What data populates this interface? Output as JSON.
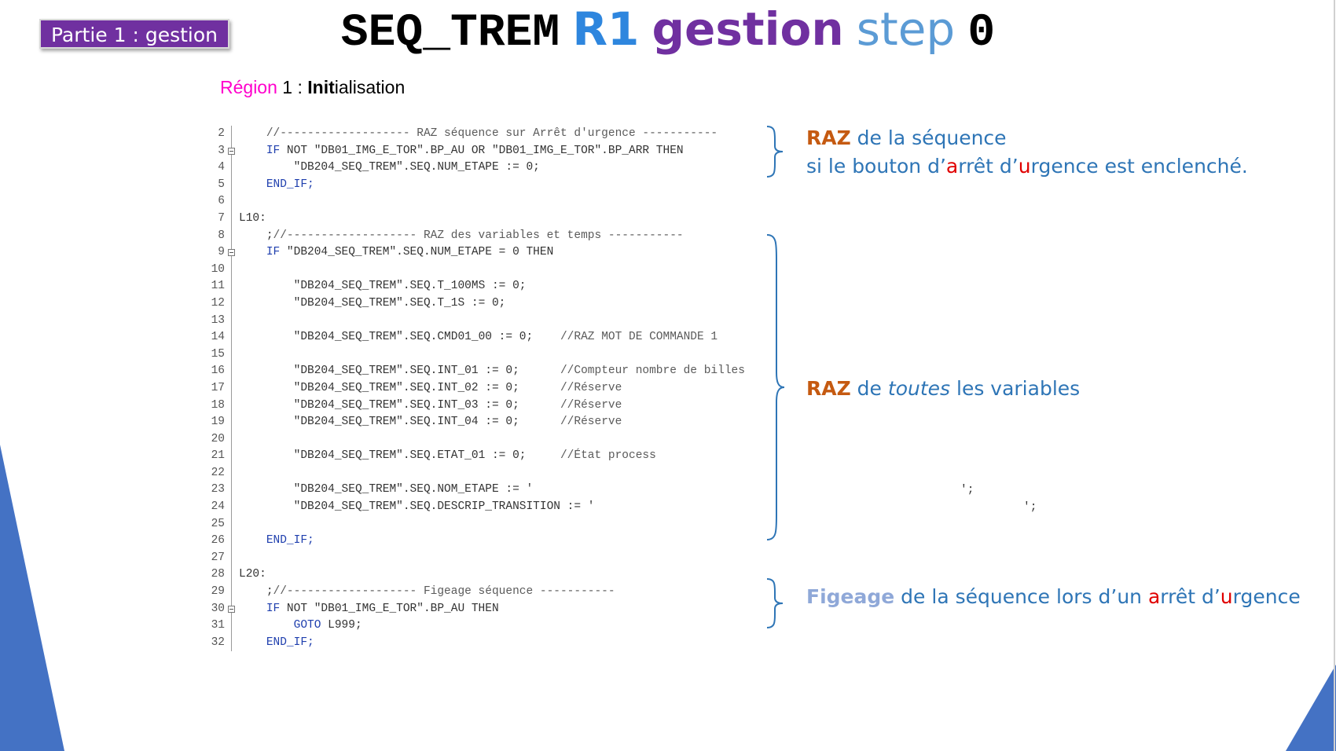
{
  "badge": "Partie 1 : gestion",
  "title": {
    "part1": "SEQ_TREM",
    "part2": "R1",
    "part3": "gestion",
    "part4": "step",
    "part5": "0"
  },
  "region": {
    "label": "Région",
    "num": "1 :",
    "bold": "Init",
    "rest": "ialisation"
  },
  "code_lines": [
    {
      "n": "2",
      "fold": false,
      "ind": "    ",
      "kw": "",
      "text": "",
      "cm": "//------------------- RAZ séquence sur Arrêt d'urgence -----------"
    },
    {
      "n": "3",
      "fold": true,
      "ind": "    ",
      "kw": "IF ",
      "text": "NOT \"DB01_IMG_E_TOR\".BP_AU OR \"DB01_IMG_E_TOR\".BP_ARR THEN",
      "cm": ""
    },
    {
      "n": "4",
      "fold": false,
      "ind": "        ",
      "kw": "",
      "text": "\"DB204_SEQ_TREM\".SEQ.NUM_ETAPE := 0;",
      "cm": ""
    },
    {
      "n": "5",
      "fold": false,
      "ind": "    ",
      "kw": "END_IF;",
      "text": "",
      "cm": ""
    },
    {
      "n": "6",
      "fold": false,
      "ind": "",
      "kw": "",
      "text": "",
      "cm": ""
    },
    {
      "n": "7",
      "fold": false,
      "ind": "",
      "kw": "",
      "text": "L10:",
      "cm": ""
    },
    {
      "n": "8",
      "fold": false,
      "ind": "    ",
      "kw": "",
      "text": ";",
      "cm": "//------------------- RAZ des variables et temps -----------"
    },
    {
      "n": "9",
      "fold": true,
      "ind": "    ",
      "kw": "IF ",
      "text": "\"DB204_SEQ_TREM\".SEQ.NUM_ETAPE = 0 THEN",
      "cm": ""
    },
    {
      "n": "10",
      "fold": false,
      "ind": "",
      "kw": "",
      "text": "",
      "cm": ""
    },
    {
      "n": "11",
      "fold": false,
      "ind": "        ",
      "kw": "",
      "text": "\"DB204_SEQ_TREM\".SEQ.T_100MS := 0;",
      "cm": ""
    },
    {
      "n": "12",
      "fold": false,
      "ind": "        ",
      "kw": "",
      "text": "\"DB204_SEQ_TREM\".SEQ.T_1S := 0;",
      "cm": ""
    },
    {
      "n": "13",
      "fold": false,
      "ind": "",
      "kw": "",
      "text": "",
      "cm": ""
    },
    {
      "n": "14",
      "fold": false,
      "ind": "        ",
      "kw": "",
      "text": "\"DB204_SEQ_TREM\".SEQ.CMD01_00 := 0;    ",
      "cm": "//RAZ MOT DE COMMANDE 1"
    },
    {
      "n": "15",
      "fold": false,
      "ind": "",
      "kw": "",
      "text": "",
      "cm": ""
    },
    {
      "n": "16",
      "fold": false,
      "ind": "        ",
      "kw": "",
      "text": "\"DB204_SEQ_TREM\".SEQ.INT_01 := 0;      ",
      "cm": "//Compteur nombre de billes"
    },
    {
      "n": "17",
      "fold": false,
      "ind": "        ",
      "kw": "",
      "text": "\"DB204_SEQ_TREM\".SEQ.INT_02 := 0;      ",
      "cm": "//Réserve"
    },
    {
      "n": "18",
      "fold": false,
      "ind": "        ",
      "kw": "",
      "text": "\"DB204_SEQ_TREM\".SEQ.INT_03 := 0;      ",
      "cm": "//Réserve"
    },
    {
      "n": "19",
      "fold": false,
      "ind": "        ",
      "kw": "",
      "text": "\"DB204_SEQ_TREM\".SEQ.INT_04 := 0;      ",
      "cm": "//Réserve"
    },
    {
      "n": "20",
      "fold": false,
      "ind": "",
      "kw": "",
      "text": "",
      "cm": ""
    },
    {
      "n": "21",
      "fold": false,
      "ind": "        ",
      "kw": "",
      "text": "\"DB204_SEQ_TREM\".SEQ.ETAT_01 := 0;     ",
      "cm": "//État process"
    },
    {
      "n": "22",
      "fold": false,
      "ind": "",
      "kw": "",
      "text": "",
      "cm": ""
    },
    {
      "n": "23",
      "fold": false,
      "ind": "        ",
      "kw": "",
      "text": "\"DB204_SEQ_TREM\".SEQ.NOM_ETAPE := '",
      "cm": ""
    },
    {
      "n": "24",
      "fold": false,
      "ind": "        ",
      "kw": "",
      "text": "\"DB204_SEQ_TREM\".SEQ.DESCRIP_TRANSITION := '",
      "cm": ""
    },
    {
      "n": "25",
      "fold": false,
      "ind": "",
      "kw": "",
      "text": "",
      "cm": ""
    },
    {
      "n": "26",
      "fold": false,
      "ind": "    ",
      "kw": "END_IF;",
      "text": "",
      "cm": ""
    },
    {
      "n": "27",
      "fold": false,
      "ind": "",
      "kw": "",
      "text": "",
      "cm": ""
    },
    {
      "n": "28",
      "fold": false,
      "ind": "",
      "kw": "",
      "text": "L20:",
      "cm": ""
    },
    {
      "n": "29",
      "fold": false,
      "ind": "    ",
      "kw": "",
      "text": ";",
      "cm": "//------------------- Figeage séquence -----------"
    },
    {
      "n": "30",
      "fold": true,
      "ind": "    ",
      "kw": "IF ",
      "text": "NOT \"DB01_IMG_E_TOR\".BP_AU THEN",
      "cm": ""
    },
    {
      "n": "31",
      "fold": false,
      "ind": "        ",
      "kw": "GOTO ",
      "text": "L999;",
      "cm": ""
    },
    {
      "n": "32",
      "fold": false,
      "ind": "    ",
      "kw": "END_IF;",
      "text": "",
      "cm": ""
    }
  ],
  "stray": {
    "a": "';",
    "b": "';"
  },
  "note1": {
    "raz": "RAZ",
    "l1": " de la séquence",
    "l2a": "si le bouton d’",
    "a": "a",
    "l2b": "rrêt d’",
    "u": "u",
    "l2c": "rgence est enclenché."
  },
  "note2": {
    "raz": "RAZ",
    "de": " de ",
    "toutes": "toutes",
    "rest": " les variables"
  },
  "note3": {
    "fig": "Figeage",
    "a1": " de la séquence lors d’un ",
    "a": "a",
    "b1": "rrêt d’",
    "u": "u",
    "c1": "rgence"
  }
}
